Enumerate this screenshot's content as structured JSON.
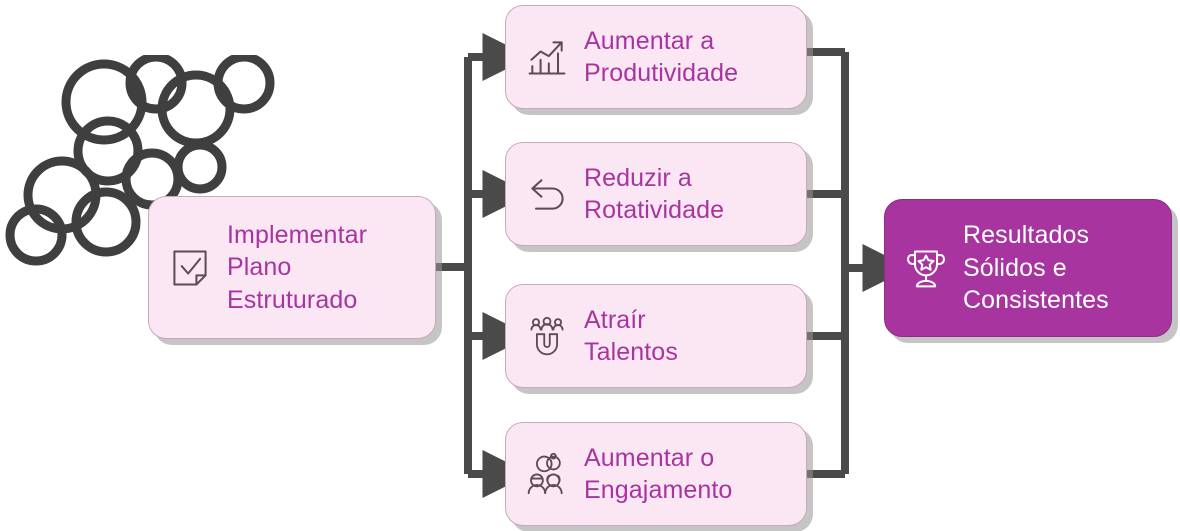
{
  "diagram": {
    "type": "flowchart",
    "title_text": "",
    "colors": {
      "node_fill_light": "#fbe6f4",
      "node_fill_accent": "#a8359f",
      "node_text_light": "#a8359f",
      "node_text_accent": "#ffffff",
      "connector": "#4a4a4a",
      "icon_light": "#5d4a55",
      "icon_accent": "#ffffff",
      "decoration": "#3f3f3f"
    },
    "start": {
      "id": "node-plan",
      "label": "Implementar\nPlano\nEstruturado",
      "icon": "note-check-icon",
      "style": "light"
    },
    "branches": [
      {
        "id": "node-prod",
        "label": "Aumentar a\nProdutividade",
        "icon": "bar-chart-up-icon",
        "style": "light"
      },
      {
        "id": "node-rotativ",
        "label": "Reduzir a\nRotatividade",
        "icon": "undo-arrow-icon",
        "style": "light"
      },
      {
        "id": "node-talentos",
        "label": "Atraír\nTalentos",
        "icon": "magnet-people-icon",
        "style": "light"
      },
      {
        "id": "node-engajamento",
        "label": "Aumentar o\nEngajamento",
        "icon": "people-engagement-icon",
        "style": "light"
      }
    ],
    "end": {
      "id": "node-resultados",
      "label": "Resultados\nSólidos e\nConsistentes",
      "icon": "trophy-star-icon",
      "style": "accent"
    },
    "decoration": {
      "name": "circle-cluster-decoration",
      "shape": "overlapping-circle-outlines"
    }
  }
}
